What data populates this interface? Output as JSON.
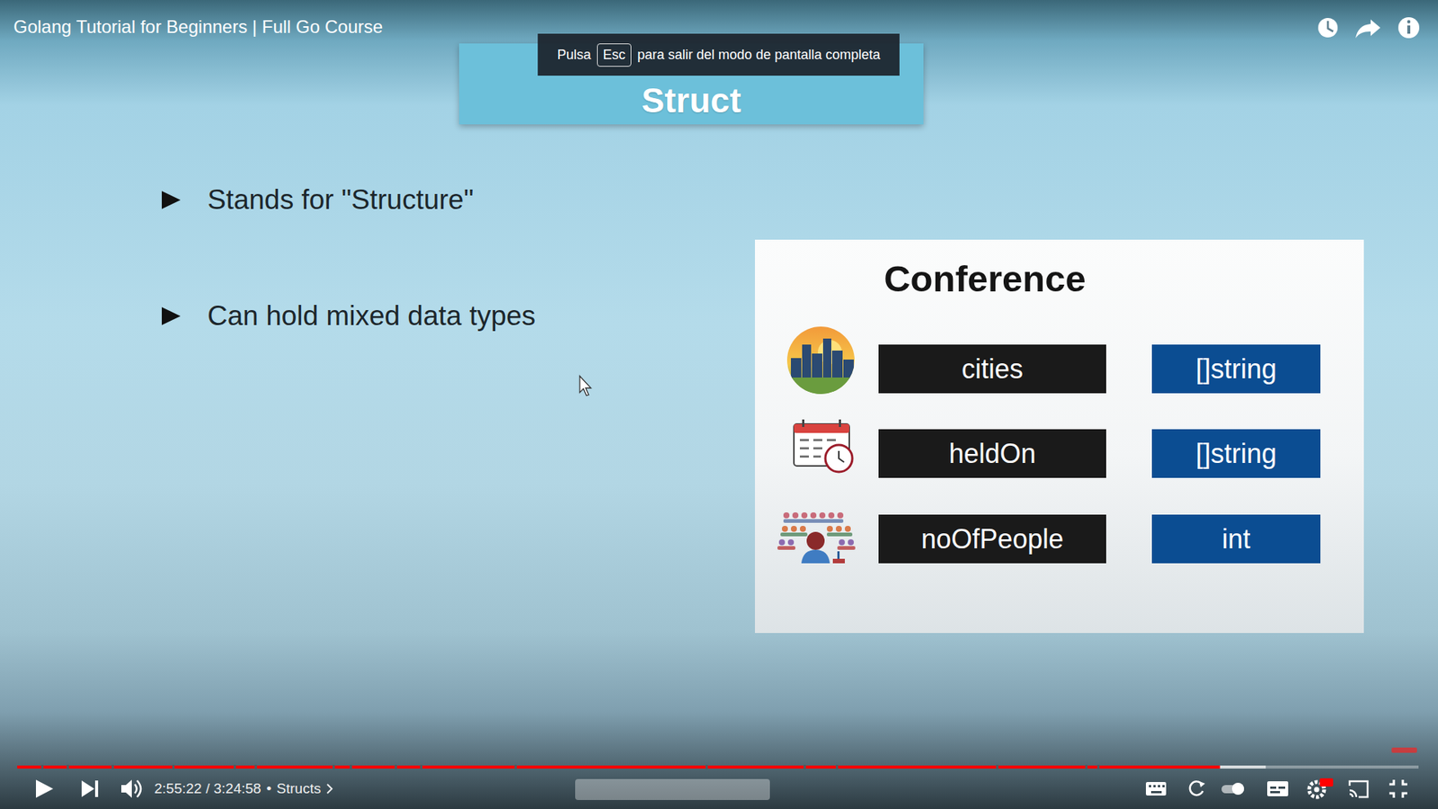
{
  "diagram": {
    "nodes": [
      {
        "text": [
          "Struct"
        ]
      },
      {
        "text": [
          "Pulsa",
          "para salir del modo de pantalla completa"
        ]
      },
      {
        "text": [
          "Esc"
        ],
        "in": 1
      },
      {
        "text": [
          "Conference"
        ]
      },
      {
        "text": [
          "cities"
        ],
        "in": 3
      },
      {
        "text": [
          "[]string"
        ],
        "in": 3
      },
      {
        "text": [
          "heldOn"
        ],
        "in": 3
      },
      {
        "text": [
          "[]string"
        ],
        "in": 3
      },
      {
        "text": [
          "noOfPeople"
        ],
        "in": 3
      },
      {
        "text": [
          "int"
        ],
        "in": 3
      }
    ],
    "labels": [
      "Golang Tutorial for Beginners | Full Go Course",
      "Stands for \"Structure\"",
      "Can hold mixed data types",
      "2:55:22 / 3:24:58",
      "•",
      "Structs"
    ]
  }
}
